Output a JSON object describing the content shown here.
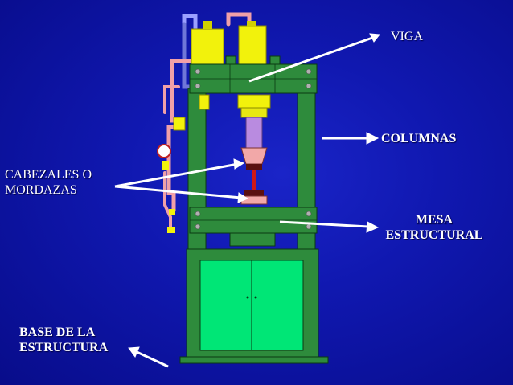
{
  "labels": {
    "viga": "VIGA",
    "columnas": "COLUMNAS",
    "cabezales": "CABEZALES O\nMORDAZAS",
    "mesa": "MESA\nESTRUCTURAL",
    "base": "BASE DE LA\nESTRUCTURA"
  },
  "colors": {
    "background": "#1018b0",
    "frame_green": "#2e8b3c",
    "cabinet_green": "#00e676",
    "tank_yellow": "#f2f20c",
    "piston_violet": "#b98be0",
    "arrow": "#ffffff"
  }
}
